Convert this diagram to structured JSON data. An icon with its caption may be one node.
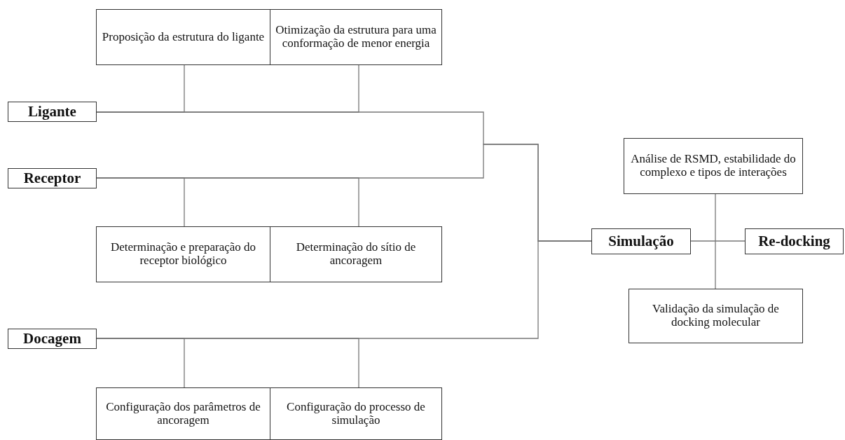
{
  "diagram": {
    "nodes": [
      {
        "text": [
          "Proposição da estrutura do ligante"
        ]
      },
      {
        "text": [
          "Otimização da estrutura para uma conformação de menor energia"
        ]
      },
      {
        "text": [
          "Ligante"
        ]
      },
      {
        "text": [
          "Receptor"
        ]
      },
      {
        "text": [
          "Determinação e preparação do receptor biológico"
        ]
      },
      {
        "text": [
          "Determinação do sítio de ancoragem"
        ]
      },
      {
        "text": [
          "Análise de RSMD, estabilidade do complexo e tipos de interações"
        ]
      },
      {
        "text": [
          "Simulação"
        ]
      },
      {
        "text": [
          "Re-docking"
        ]
      },
      {
        "text": [
          "Validação da simulação de docking molecular"
        ]
      },
      {
        "text": [
          "Docagem"
        ]
      },
      {
        "text": [
          "Configuração dos parâmetros de ancoragem"
        ]
      },
      {
        "text": [
          "Configuração do processo de simulação"
        ]
      }
    ],
    "edges": [
      {
        "from": 2,
        "to": 0,
        "arrow": "none"
      },
      {
        "from": 2,
        "to": 1,
        "arrow": "none"
      },
      {
        "from": 3,
        "to": 4,
        "arrow": "none"
      },
      {
        "from": 3,
        "to": 5,
        "arrow": "none"
      },
      {
        "from": 10,
        "to": 11,
        "arrow": "none"
      },
      {
        "from": 10,
        "to": 12,
        "arrow": "none"
      },
      {
        "from": 2,
        "to": 7,
        "arrow": "none"
      },
      {
        "from": 3,
        "to": 7,
        "arrow": "none"
      },
      {
        "from": 10,
        "to": 7,
        "arrow": "none"
      },
      {
        "from": 7,
        "to": 8,
        "arrow": "none"
      },
      {
        "from": 6,
        "to": 9,
        "arrow": "none"
      }
    ]
  }
}
